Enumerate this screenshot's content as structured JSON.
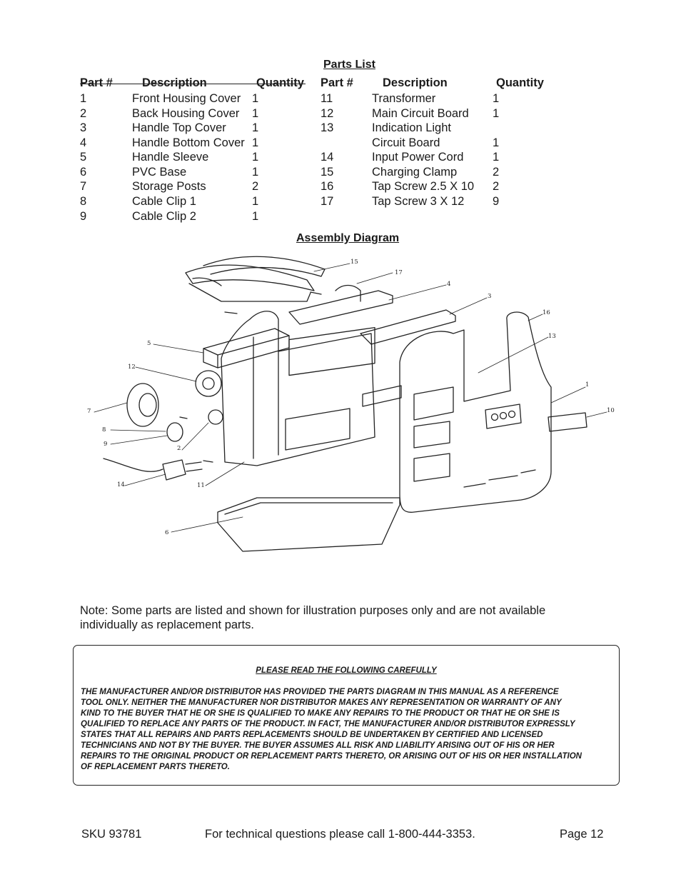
{
  "parts_list": {
    "title": "Parts List",
    "headers": [
      "Part #",
      "Description",
      "Quantity",
      "Part #",
      "Description",
      "Quantity"
    ],
    "left": [
      {
        "num": "1",
        "desc": "Front Housing Cover",
        "qty": "1"
      },
      {
        "num": "2",
        "desc": "Back Housing Cover",
        "qty": "1"
      },
      {
        "num": "3",
        "desc": "Handle Top Cover",
        "qty": "1"
      },
      {
        "num": "4",
        "desc": "Handle Bottom Cover",
        "qty": "1"
      },
      {
        "num": "5",
        "desc": "Handle Sleeve",
        "qty": "1"
      },
      {
        "num": "6",
        "desc": "PVC Base",
        "qty": "1"
      },
      {
        "num": "7",
        "desc": "Storage Posts",
        "qty": "2"
      },
      {
        "num": "8",
        "desc": "Cable Clip 1",
        "qty": "1"
      },
      {
        "num": "9",
        "desc": "Cable Clip 2",
        "qty": "1"
      }
    ],
    "right": [
      {
        "num": "11",
        "desc": "Transformer",
        "qty": "1"
      },
      {
        "num": "12",
        "desc": "Main Circuit Board",
        "qty": "1"
      },
      {
        "num": "13",
        "desc": "Indication Light",
        "qty": ""
      },
      {
        "num": "",
        "desc": "Circuit Board",
        "qty": "1"
      },
      {
        "num": "14",
        "desc": "Input Power Cord",
        "qty": "1"
      },
      {
        "num": "15",
        "desc": "Charging Clamp",
        "qty": "2"
      },
      {
        "num": "16",
        "desc": "Tap Screw 2.5 X 10",
        "qty": "2"
      },
      {
        "num": "17",
        "desc": "Tap Screw 3 X 12",
        "qty": "9"
      }
    ]
  },
  "assembly": {
    "title": "Assembly Diagram",
    "callouts": [
      "15",
      "17",
      "4",
      "3",
      "16",
      "13",
      "5",
      "12",
      "1",
      "7",
      "10",
      "8",
      "9",
      "2",
      "14",
      "11",
      "6"
    ]
  },
  "note": {
    "line1": "Note:  Some parts are listed and shown for illustration purposes only and are not available",
    "line2": "individually as replacement parts."
  },
  "notice": {
    "title": "PLEASE READ THE FOLLOWING CAREFULLY",
    "lines": [
      "THE MANUFACTURER AND/OR DISTRIBUTOR HAS PROVIDED THE PARTS DIAGRAM IN THIS MANUAL AS A REFERENCE",
      "TOOL ONLY.  NEITHER THE MANUFACTURER NOR DISTRIBUTOR MAKES ANY REPRESENTATION OR WARRANTY OF ANY",
      "KIND TO THE BUYER THAT HE OR SHE IS QUALIFIED TO MAKE ANY REPAIRS TO THE PRODUCT OR THAT HE OR SHE IS",
      "QUALIFIED TO REPLACE ANY PARTS OF THE PRODUCT.  IN FACT, THE MANUFACTURER AND/OR DISTRIBUTOR EXPRESSLY",
      "STATES THAT ALL REPAIRS AND PARTS REPLACEMENTS SHOULD BE UNDERTAKEN BY CERTIFIED AND LICENSED",
      "TECHNICIANS AND NOT BY THE BUYER. THE BUYER ASSUMES ALL RISK AND LIABILITY ARISING OUT OF HIS OR HER",
      "REPAIRS TO THE ORIGINAL PRODUCT OR REPLACEMENT PARTS THERETO, OR ARISING OUT OF HIS OR HER INSTALLATION",
      "OF REPLACEMENT PARTS THERETO."
    ]
  },
  "footer": {
    "sku": "SKU 93781",
    "contact": "For technical questions please call 1-800-444-3353.",
    "page": "Page 12"
  }
}
